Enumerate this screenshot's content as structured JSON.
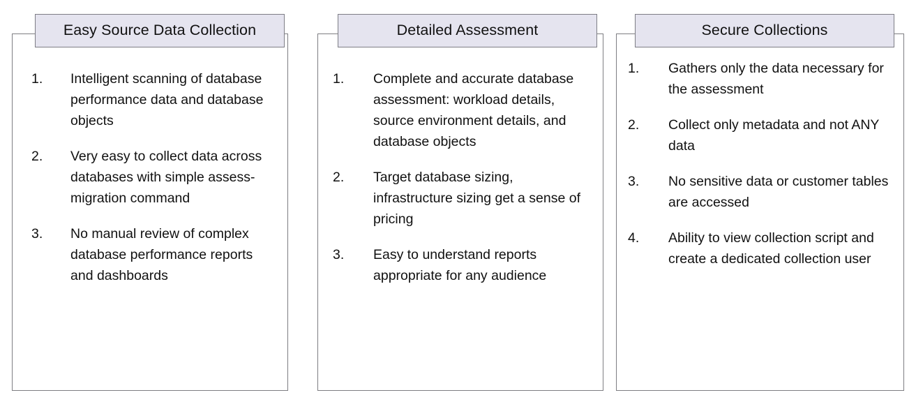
{
  "theme": {
    "header_fill": "#e5e4ef",
    "header_border": "#7d7d85",
    "frame_border": "#7d7d82",
    "text_color": "#111111",
    "background": "#ffffff"
  },
  "columns": [
    {
      "id": "easy-source-data-collection",
      "title": "Easy Source Data Collection",
      "items": [
        {
          "number": "1.",
          "text": "Intelligent scanning of database performance data and database objects"
        },
        {
          "number": "2.",
          "text": "Very easy to collect data across databases with simple assess-migration command"
        },
        {
          "number": "3.",
          "text": "No manual review of complex database performance reports and dashboards"
        }
      ]
    },
    {
      "id": "detailed-assessment",
      "title": "Detailed Assessment",
      "items": [
        {
          "number": "1.",
          "text": "Complete and accurate database assessment: workload details, source environment details, and database objects"
        },
        {
          "number": "2.",
          "text": "Target database sizing, infrastructure sizing get a sense of pricing"
        },
        {
          "number": "3.",
          "text": "Easy to understand reports appropriate for any audience"
        }
      ]
    },
    {
      "id": "secure-collections",
      "title": "Secure Collections",
      "items": [
        {
          "number": "1.",
          "text": "Gathers only the data necessary for the assessment"
        },
        {
          "number": "2.",
          "text": "Collect only metadata and not ANY data"
        },
        {
          "number": "3.",
          "text": "No sensitive data or customer tables are accessed"
        },
        {
          "number": "4.",
          "text": "Ability to view collection script and create a dedicated collection user"
        }
      ]
    }
  ]
}
